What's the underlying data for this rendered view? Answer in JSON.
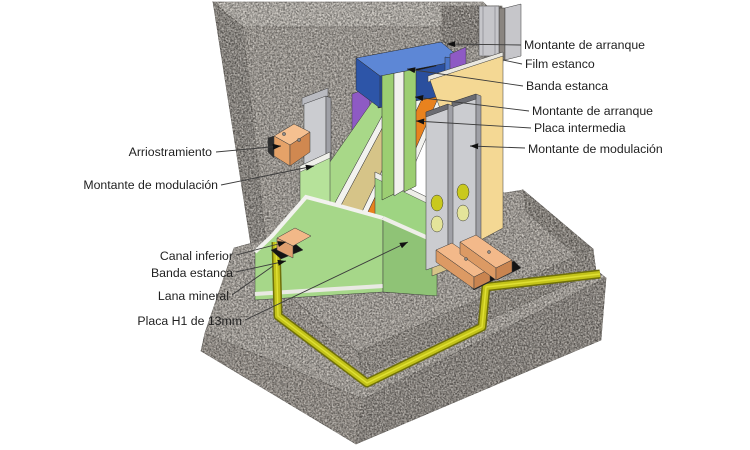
{
  "diagram": {
    "labels_right": [
      {
        "text": "Montante de arranque"
      },
      {
        "text": "Film estanco"
      },
      {
        "text": "Banda estanca"
      },
      {
        "text": "Montante de arranque"
      },
      {
        "text": "Placa intermedia"
      },
      {
        "text": "Montante de modulación"
      }
    ],
    "labels_left": [
      {
        "text": "Arriostramiento"
      },
      {
        "text": "Montante de modulación"
      },
      {
        "text": "Canal inferior"
      },
      {
        "text": "Banda estanca"
      },
      {
        "text": "Lana mineral"
      },
      {
        "text": "Placa H1 de 13mm"
      }
    ],
    "colors": {
      "concrete": "#aba59e",
      "concrete_top": "#c6c1ba",
      "plate_green": "#a6d789",
      "plate_green_side": "#8fc376",
      "insulation_band_yellow": "#c3c31a",
      "mineral_wool_olive": "#b2ae1e",
      "channel_blue": "#5d87d6",
      "stud_purple": "#8e5ac4",
      "board_orange": "#e8821e",
      "board_tan": "#f4d894",
      "board_khaki": "#d6c488",
      "wood": "#f3b98a",
      "metal_gray": "#cbccd0",
      "seal_black": "#151515"
    }
  }
}
